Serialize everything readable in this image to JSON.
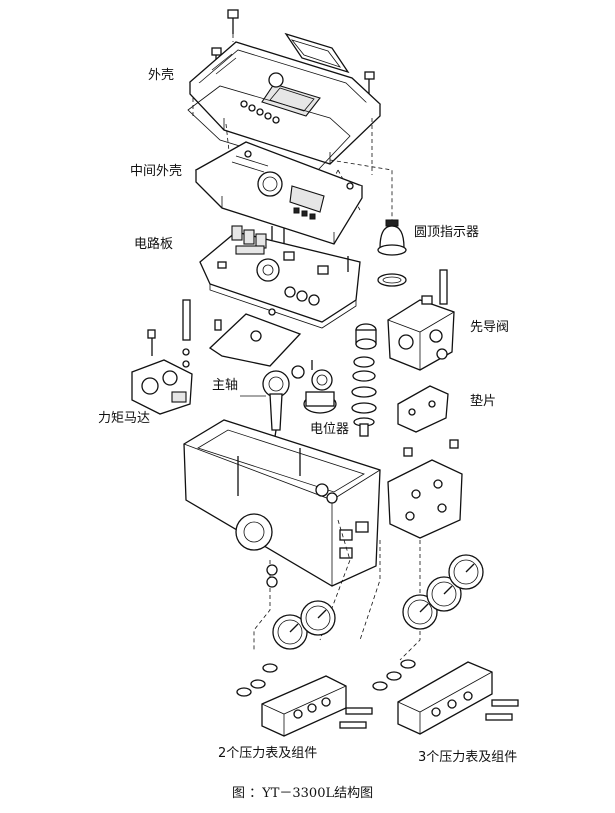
{
  "labels": {
    "outer_shell": "外壳",
    "middle_shell": "中间外壳",
    "circuit_board": "电路板",
    "dome_indicator": "圆顶指示器",
    "pilot_valve": "先导阀",
    "gasket": "垫片",
    "main_shaft": "主轴",
    "torque_motor": "力矩马达",
    "potentiometer": "电位器",
    "two_gauge_assembly": "2个压力表及组件",
    "three_gauge_assembly": "3个压力表及组件"
  },
  "caption": "图 ：YT－3300L结构图"
}
